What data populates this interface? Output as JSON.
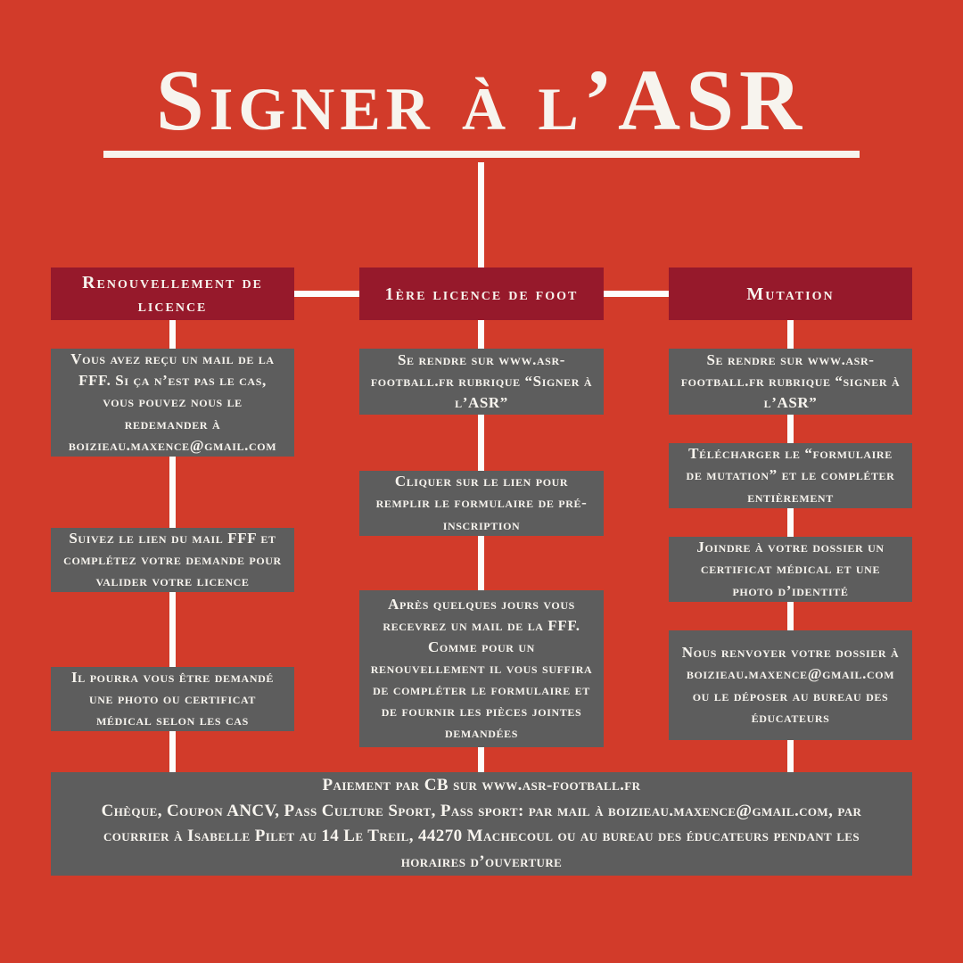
{
  "title": {
    "text": "Signer à l’ASR"
  },
  "columns": [
    {
      "header": "Renouvellement de licence",
      "boxes": [
        "Vous avez reçu un mail de la FFF. Si ça n’est pas le cas, vous pouvez nous le redemander à boizieau.maxence@gmail.com",
        "Suivez le lien du mail FFF et complétez votre demande pour valider votre licence",
        "Il pourra vous être demandé une photo ou certificat médical selon les cas"
      ]
    },
    {
      "header": "1ère licence de foot",
      "boxes": [
        "Se rendre sur www.asr-football.fr rubrique “Signer à l’ASR”",
        "Cliquer sur le lien pour remplir le formulaire de pré-inscription",
        "Après quelques jours vous recevrez un mail de la FFF. Comme pour un renouvellement il vous suffira de compléter le formulaire et de fournir les pièces jointes demandées"
      ]
    },
    {
      "header": "Mutation",
      "boxes": [
        "Se rendre sur www.asr-football.fr rubrique “signer à l’ASR”",
        "Télécharger le “formulaire de mutation” et le compléter entièrement",
        "Joindre à votre dossier un certificat médical et une photo d’identité",
        "Nous renvoyer votre dossier à boizieau.maxence@gmail.com ou le déposer au bureau des éducateurs"
      ]
    }
  ],
  "footer": {
    "line1": "Paiement par CB sur www.asr-football.fr",
    "line2": "Chèque, Coupon ANCV, Pass Culture Sport, Pass sport: par mail à boizieau.maxence@gmail.com, par courrier à Isabelle Pilet au 14 Le Treil, 44270 Machecoul ou au bureau des éducateurs pendant les horaires d’ouverture"
  },
  "colors": {
    "background": "#d23b2a",
    "header_red": "#96192b",
    "box_gray": "#5d5d5d",
    "text": "#f7f4ee"
  }
}
